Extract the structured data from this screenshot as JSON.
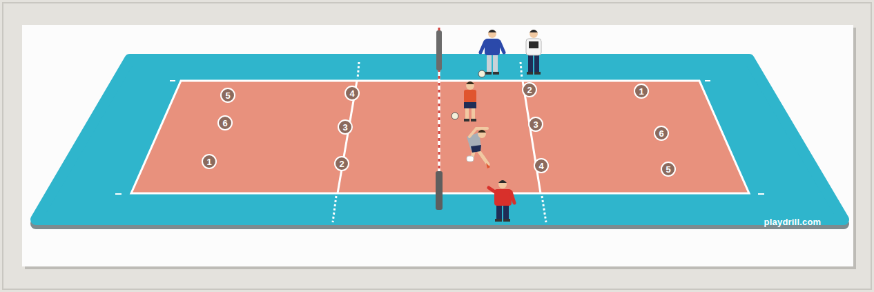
{
  "diagram": {
    "nodes": [
      {
        "text": [
          "5"
        ]
      },
      {
        "text": [
          "4"
        ]
      },
      {
        "text": [
          "2"
        ]
      },
      {
        "text": [
          "1"
        ]
      },
      {
        "text": [
          "6"
        ]
      },
      {
        "text": [
          "3"
        ]
      },
      {
        "text": [
          "3"
        ]
      },
      {
        "text": [
          "6"
        ]
      },
      {
        "text": [
          "1"
        ]
      },
      {
        "text": [
          "2"
        ]
      },
      {
        "text": [
          "4"
        ]
      },
      {
        "text": [
          "5"
        ]
      }
    ],
    "labels": [
      "playdrill.com"
    ]
  }
}
